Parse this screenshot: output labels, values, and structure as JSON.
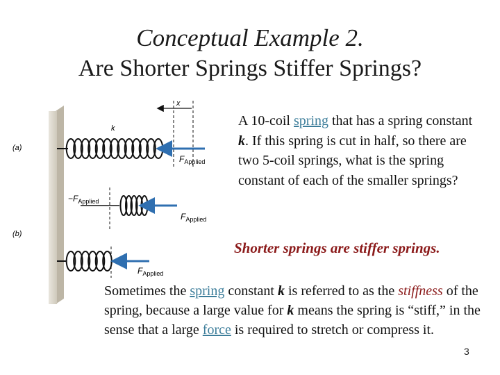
{
  "title": {
    "line1": "Conceptual Example 2.",
    "line2": "Are Shorter Springs Stiffer Springs?"
  },
  "figure": {
    "label_a": "(a)",
    "label_b": "(b)",
    "label_x": "x",
    "label_k": "k",
    "force_symbol": "F",
    "force_sub": "Applied",
    "neg_force_symbol": "−F",
    "neg_force_sub": "Applied"
  },
  "question": {
    "pre": "A 10-coil ",
    "link": "spring",
    "mid1": " that has a spring constant ",
    "k": "k",
    "mid2": ". If this spring is cut in half, so there are two 5-coil springs, what is the spring constant of each of the smaller springs?"
  },
  "answer": "Shorter springs are stiffer springs.",
  "body": {
    "s1": "Sometimes the ",
    "link1": "spring",
    "s2": " constant ",
    "k1": "k",
    "s3": " is referred to as the ",
    "stiffness": "stiffness",
    "s4": " of the spring, because a large value for ",
    "k2": "k",
    "s5": " means the spring is “stiff,” in the sense that a large ",
    "link2": "force",
    "s6": " is required to stretch or compress it."
  },
  "page_number": "3",
  "colors": {
    "answer": "#8b1a1a",
    "link": "#3c7d9a",
    "arrow": "#2f6fb0"
  }
}
